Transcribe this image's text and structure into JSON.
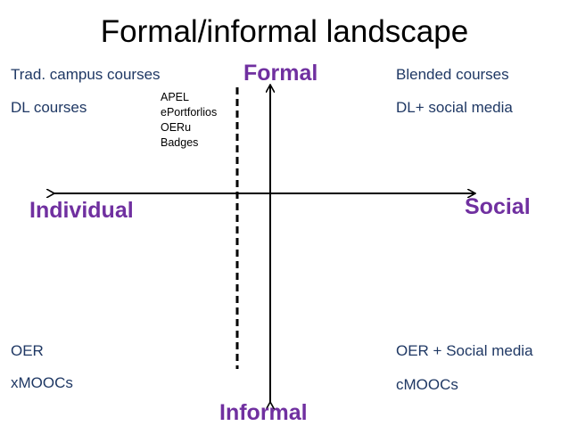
{
  "title": "Formal/informal landscape",
  "axes": {
    "top": "Formal",
    "bottom": "Informal",
    "left": "Individual",
    "right": "Social"
  },
  "quadrants": {
    "top_left": [
      "Trad. campus courses",
      "DL courses"
    ],
    "top_right": [
      "Blended courses",
      "DL+ social media"
    ],
    "bottom_left": [
      "OER",
      "xMOOCs"
    ],
    "bottom_right": [
      "OER + Social media",
      "cMOOCs"
    ]
  },
  "credential_list": [
    "APEL",
    "ePortforlios",
    "OERu",
    "Badges"
  ],
  "colors": {
    "axis_label": "#7030a0",
    "quadrant_text": "#1f3864",
    "title": "#000000",
    "arrow": "#000000"
  }
}
